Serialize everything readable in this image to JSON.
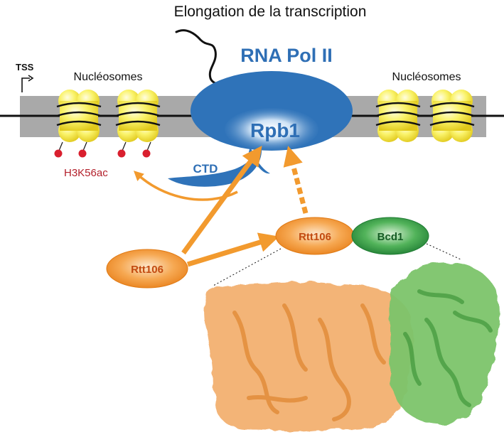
{
  "title": "Elongation de la transcription",
  "tss_label": "TSS",
  "nucleosome_label_left": "Nucléosomes",
  "nucleosome_label_right": "Nucléosomes",
  "polymerase": {
    "name": "RNA Pol II",
    "subunit": "Rpb1",
    "tail": "CTD"
  },
  "histone_mark": "H3K56ac",
  "proteins": {
    "rtt106_free": "Rtt106",
    "rtt106_complex": "Rtt106",
    "bcd1": "Bcd1"
  },
  "colors": {
    "dna_band": "#a9a9a9",
    "nucleosome": "#f7ef3a",
    "polymerase": "#2f73b9",
    "histone_mark": "#b3202b",
    "rtt106": "#f08c1e",
    "bcd1": "#2a9a3e",
    "rtt106_surface": "#f2b070",
    "bcd1_surface": "#7cc46a",
    "arrow": "#f29a2e"
  }
}
